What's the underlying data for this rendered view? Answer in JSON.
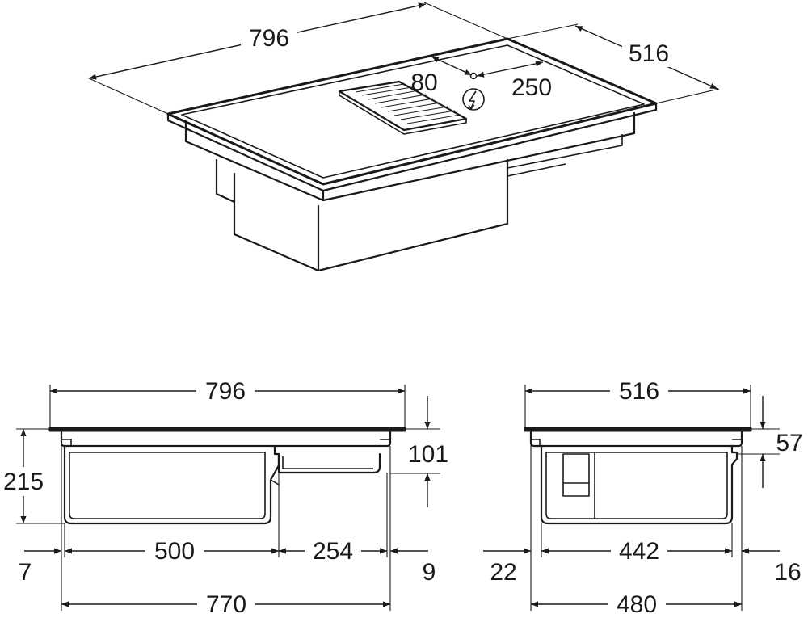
{
  "iso_view": {
    "width": "796",
    "depth": "516",
    "socket_offset": "80",
    "socket_distance": "250"
  },
  "front_view": {
    "width": "796",
    "thickness": "101",
    "height": "215",
    "left_margin": "7",
    "body_width": "500",
    "duct_width": "254",
    "right_margin": "9",
    "cutout_width": "770"
  },
  "side_view": {
    "depth": "516",
    "glass_height": "57",
    "left_margin": "22",
    "body_depth": "442",
    "right_margin": "16",
    "cutout_depth": "480"
  },
  "icons": [
    "lightning-bolt-icon"
  ]
}
